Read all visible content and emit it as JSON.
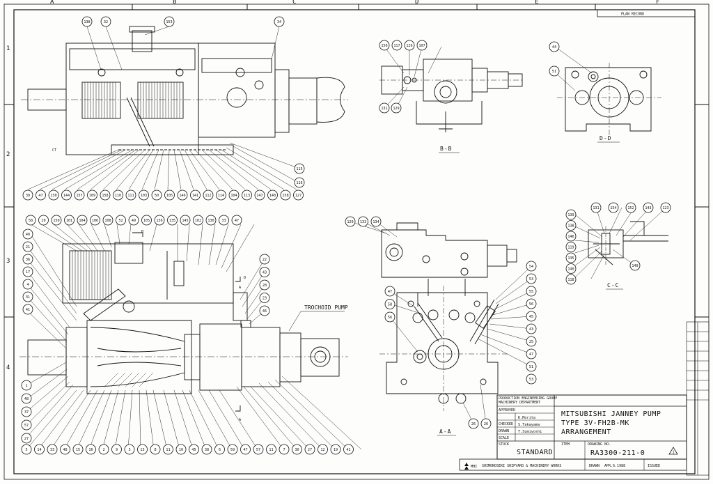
{
  "sheet": {
    "zone_letters": [
      "A",
      "B",
      "C",
      "D",
      "E",
      "F"
    ],
    "zone_numbers": [
      "1",
      "2",
      "3",
      "4"
    ],
    "plan_record": "PLAN RECORD"
  },
  "views": {
    "bb": "B-B",
    "dd": "D-D",
    "cc": "C-C",
    "aa": "A-A",
    "trochoid_pump": "TROCHOID PUMP",
    "ct": "CT"
  },
  "title_block": {
    "dept_line1": "PRODUCTION ENGINEERING GROUP",
    "dept_line2": "MACHINERY DEPARTMENT",
    "approved_label": "APPROVED",
    "checked_label": "CHECKED",
    "drawn_label": "DRAWN",
    "scale_label": "SCALE",
    "name_approved": "K.Morita",
    "name_checked": "S.Takayama",
    "name_drawn": "T.Sumiyoshi",
    "title_line1": "MITSUBISHI JANNEY PUMP",
    "title_line2": "TYPE 3V-FH2B-MK",
    "title_line3": "ARRANGEMENT",
    "std_label": "STOCK",
    "standard": "STANDARD",
    "item_label": "ITEM",
    "drawing_no_label": "DRAWING NO.",
    "drawing_no": "RA3300-211-0",
    "company_logo": "MHI",
    "company": "SHIMONOSEKI SHIPYARD & MACHINERY WORKS",
    "drawn_label2": "DRAWN",
    "date": "APR.6.1988",
    "issued": "ISSUED"
  },
  "balloons": {
    "top_view_top": [
      "138",
      "32",
      "153",
      "34"
    ],
    "top_view_right": [
      "115",
      "116"
    ],
    "top_view_bottom": [
      "39",
      "47",
      "130",
      "144",
      "157",
      "109",
      "158",
      "110",
      "111",
      "103",
      "50",
      "105",
      "146",
      "141",
      "112",
      "114",
      "104",
      "113",
      "147",
      "148",
      "158",
      "127"
    ],
    "section_top": [
      "58",
      "20",
      "150",
      "101",
      "104",
      "106",
      "108",
      "52",
      "49",
      "105",
      "136",
      "135",
      "145",
      "102",
      "130",
      "33",
      "47"
    ],
    "section_left": [
      "40",
      "21",
      "36",
      "17",
      "4",
      "31",
      "41",
      "1",
      "48",
      "37",
      "57",
      "27"
    ],
    "section_right": [
      "22",
      "43",
      "28",
      "23",
      "46"
    ],
    "section_bottom": [
      "5",
      "14",
      "33",
      "48",
      "15",
      "16",
      "2",
      "9",
      "3",
      "13",
      "8",
      "11",
      "10",
      "45",
      "38",
      "6",
      "59",
      "47",
      "57",
      "11",
      "7",
      "30",
      "27",
      "12",
      "19",
      "42"
    ],
    "bb": [
      "156",
      "117",
      "126",
      "107",
      "131",
      "129"
    ],
    "dd": [
      "44",
      "51"
    ],
    "aa_top": [
      "129",
      "133",
      "134"
    ],
    "aa_right": [
      "54",
      "53",
      "55",
      "56",
      "45",
      "43",
      "25",
      "47",
      "51",
      "53"
    ],
    "aa_left": [
      "47",
      "58",
      "56"
    ],
    "aa_bottom": [
      "26",
      "26"
    ],
    "cc_top": [
      "131",
      "154",
      "152",
      "143",
      "123"
    ],
    "cc_left": [
      "139",
      "138",
      "146",
      "119",
      "135",
      "140",
      "118",
      "149"
    ]
  }
}
